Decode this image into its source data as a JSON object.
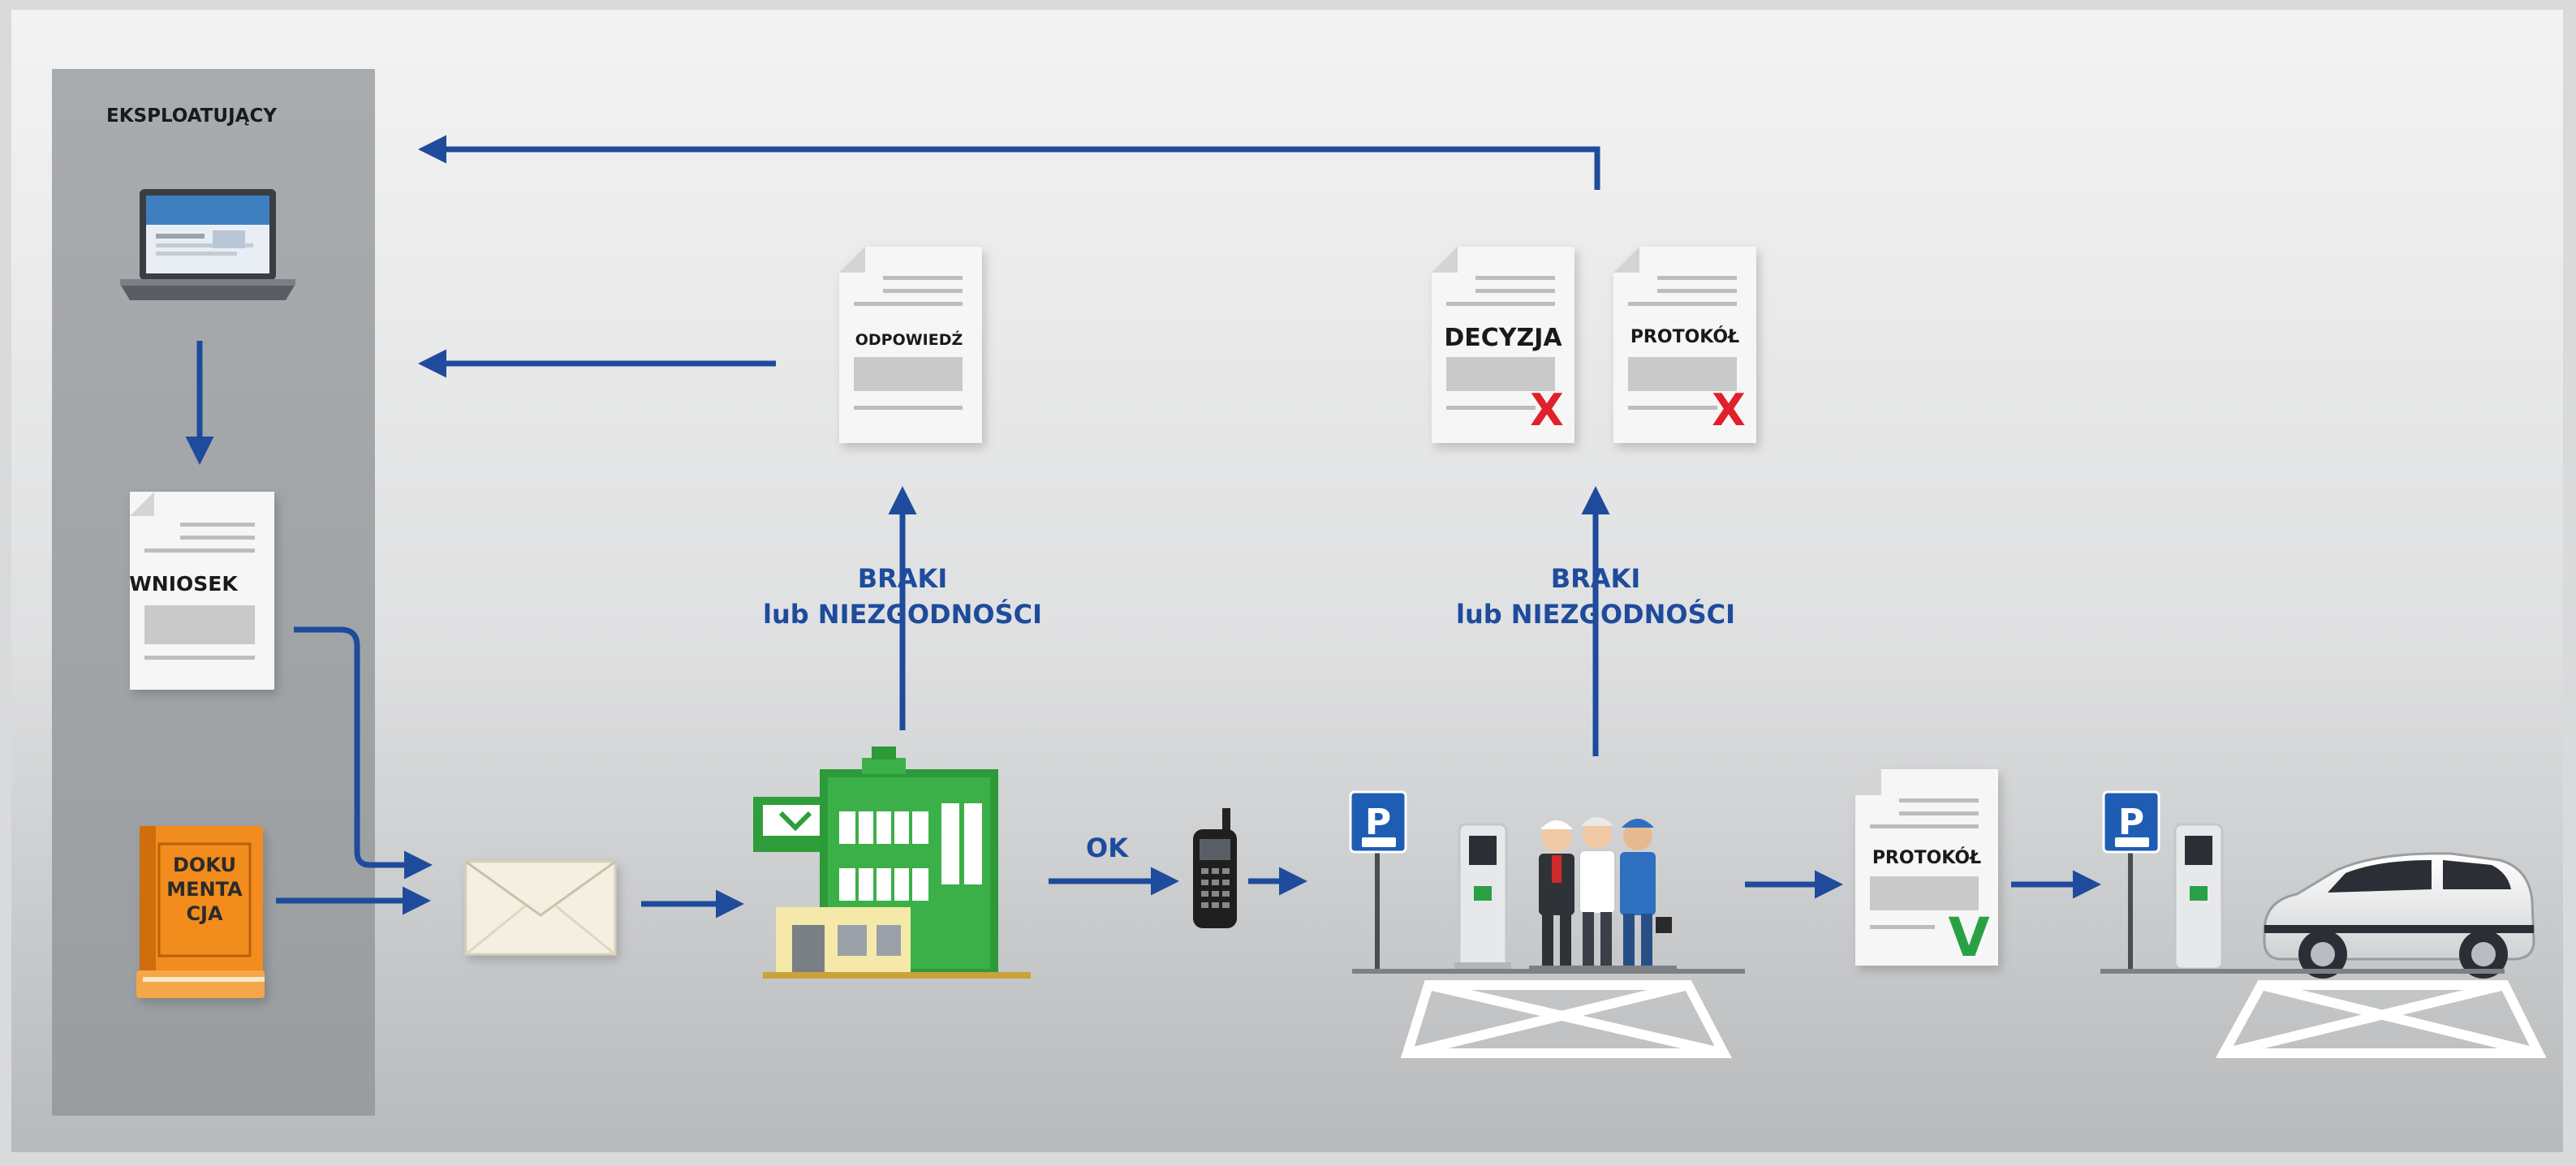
{
  "sidebar": {
    "title": "EKSPLOATUJĄCY"
  },
  "documents": {
    "wniosek": "WNIOSEK",
    "dokumentacja": [
      "DOKU",
      "MENTA",
      "CJA"
    ],
    "odpowiedz": "ODPOWIEDŹ",
    "decyzja": "DECYZJA",
    "protokol_rejected": "PROTOKÓŁ",
    "protokol_approved": "PROTOKÓŁ"
  },
  "marks": {
    "reject": "X",
    "approve": "V"
  },
  "labels": {
    "braki_1_line1": "BRAKI",
    "braki_1_line2": "lub NIEZGODNOŚCI",
    "braki_2_line1": "BRAKI",
    "braki_2_line2": "lub NIEZGODNOŚCI",
    "ok": "OK"
  },
  "signs": {
    "parking": "P"
  },
  "colors": {
    "arrow": "#1e4b9c",
    "reject": "#e0202a",
    "approve": "#2aa046",
    "sidebar": "#9fa2a5",
    "building": "#2f9e3a",
    "book": "#f08c1e"
  }
}
